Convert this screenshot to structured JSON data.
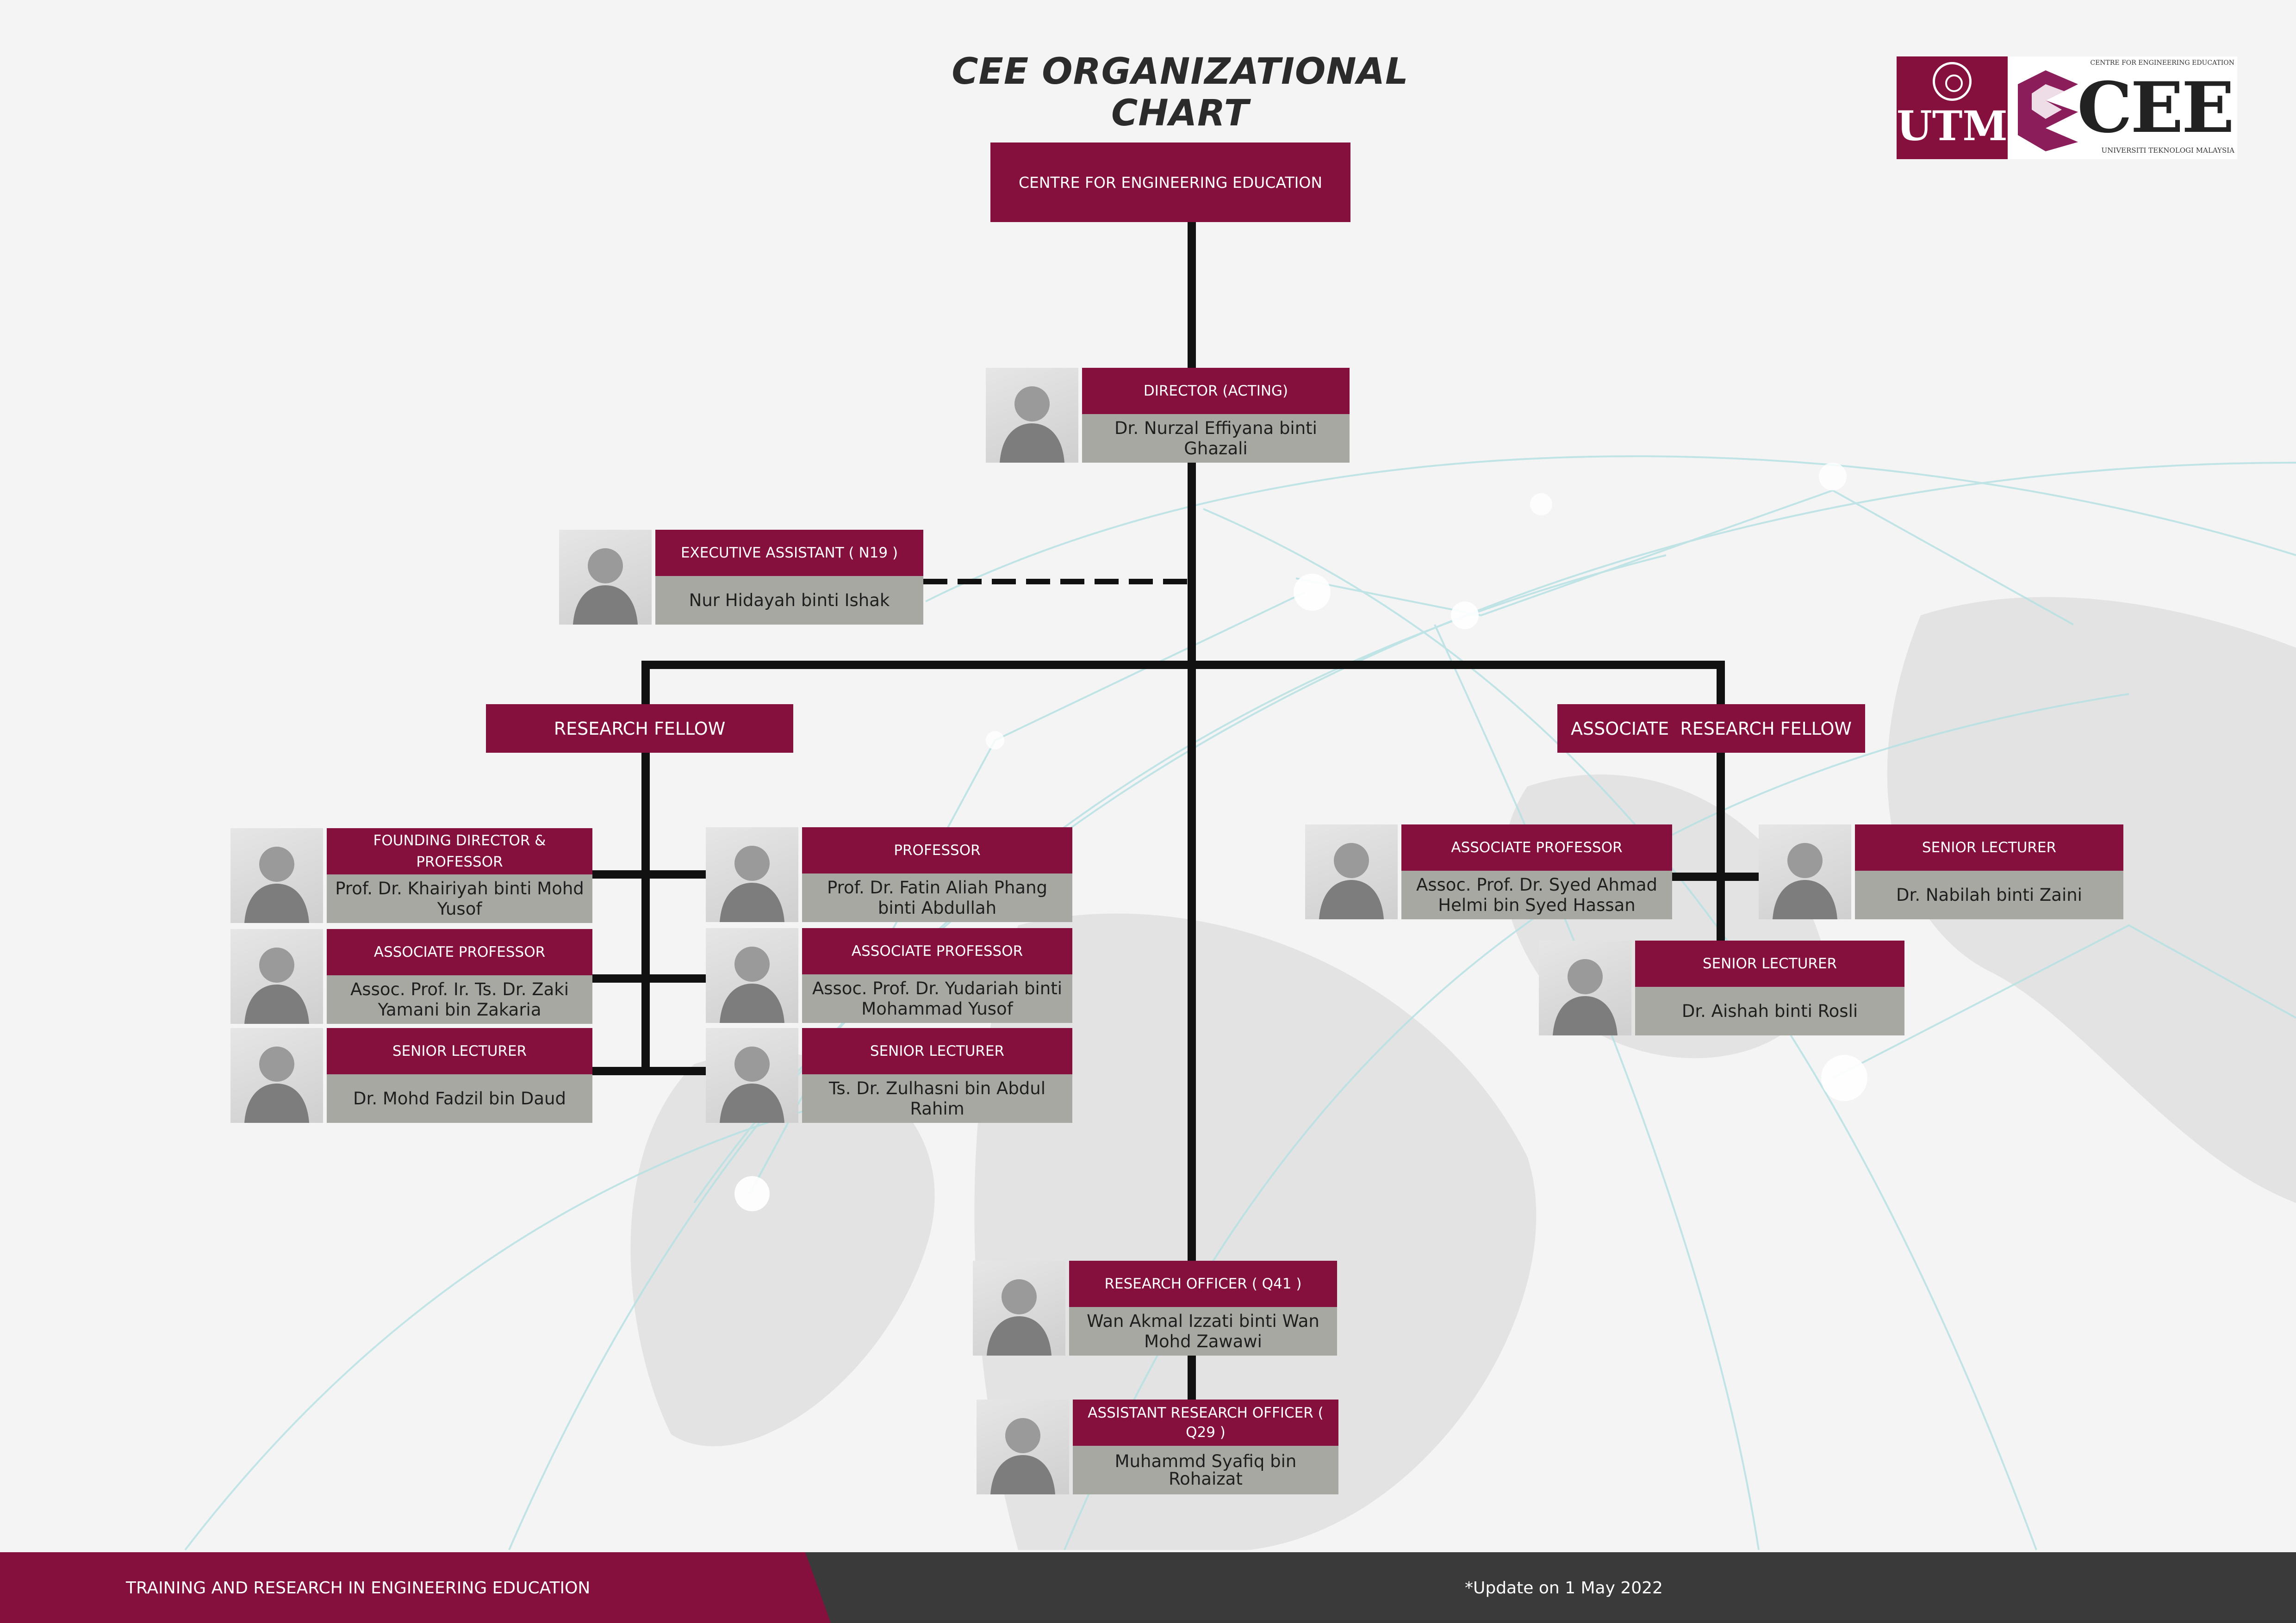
{
  "title": "CEE ORGANIZATIONAL CHART",
  "logo": {
    "utm_text": "UTM",
    "cee_text": "CEE",
    "top_text": "CENTRE FOR ENGINEERING EDUCATION",
    "bottom_text": "UNIVERSITI TEKNOLOGI MALAYSIA"
  },
  "root": {
    "label": "CENTRE FOR ENGINEERING EDUCATION"
  },
  "director": {
    "role": "DIRECTOR (ACTING)",
    "name": "Dr. Nurzal Effiyana binti Ghazali"
  },
  "executive_assistant": {
    "role": "EXECUTIVE ASSISTANT ( N19 )",
    "name": "Nur Hidayah binti Ishak"
  },
  "research_fellow": {
    "label": "RESEARCH FELLOW",
    "left_members": [
      {
        "role": "FOUNDING DIRECTOR & PROFESSOR",
        "name": "Prof. Dr. Khairiyah binti Mohd Yusof"
      },
      {
        "role": "ASSOCIATE PROFESSOR",
        "name": "Assoc. Prof. Ir. Ts. Dr. Zaki Yamani bin Zakaria"
      },
      {
        "role": "SENIOR LECTURER",
        "name": "Dr. Mohd Fadzil bin Daud"
      }
    ],
    "right_members": [
      {
        "role": "PROFESSOR",
        "name": "Prof. Dr. Fatin Aliah Phang binti Abdullah"
      },
      {
        "role": "ASSOCIATE PROFESSOR",
        "name": "Assoc. Prof. Dr. Yudariah binti Mohammad Yusof"
      },
      {
        "role": "SENIOR LECTURER",
        "name": "Ts. Dr. Zulhasni bin Abdul Rahim"
      }
    ]
  },
  "associate_research_fellow": {
    "label": "ASSOCIATE  RESEARCH FELLOW",
    "members": [
      {
        "role": "ASSOCIATE PROFESSOR",
        "name": "Assoc. Prof. Dr. Syed Ahmad Helmi bin Syed Hassan"
      },
      {
        "role": "SENIOR LECTURER",
        "name": "Dr. Nabilah binti Zaini"
      },
      {
        "role": "SENIOR LECTURER",
        "name": "Dr. Aishah binti Rosli"
      }
    ]
  },
  "research_officer": {
    "role": "RESEARCH OFFICER ( Q41 )",
    "name": "Wan Akmal Izzati binti Wan Mohd Zawawi"
  },
  "assistant_research_officer": {
    "role": "ASSISTANT RESEARCH OFFICER ( Q29 )",
    "name": "Muhammd Syafiq bin Rohaizat"
  },
  "footer": {
    "left_text": "TRAINING AND RESEARCH IN ENGINEERING EDUCATION",
    "right_text": "*Update on 1 May 2022"
  },
  "colors": {
    "maroon": "#85103e",
    "name_panel": "#a8a8a2",
    "line": "#111111",
    "footer_dark": "#3a3a3a"
  }
}
